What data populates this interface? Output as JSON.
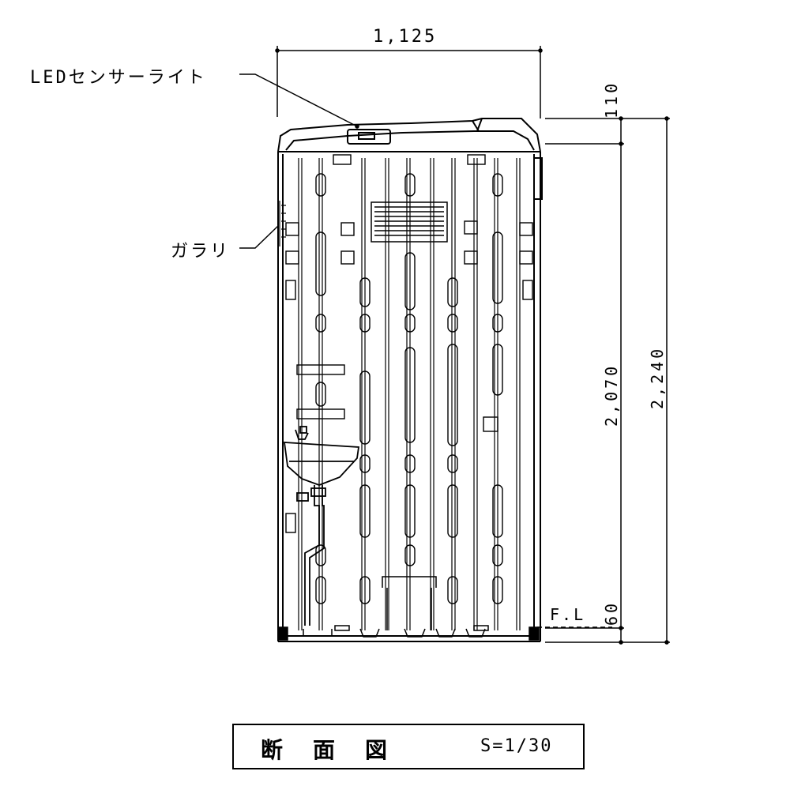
{
  "dimensions": {
    "width": "1,125",
    "top_gap": "110",
    "interior_height": "2,070",
    "total_height": "2,240",
    "floor_offset": "60"
  },
  "callouts": {
    "led_light": "LEDセンサーライト",
    "gallery": "ガラリ",
    "floor_level": "F.L"
  },
  "title_block": {
    "title": "断面図",
    "scale": "S=1/30"
  }
}
